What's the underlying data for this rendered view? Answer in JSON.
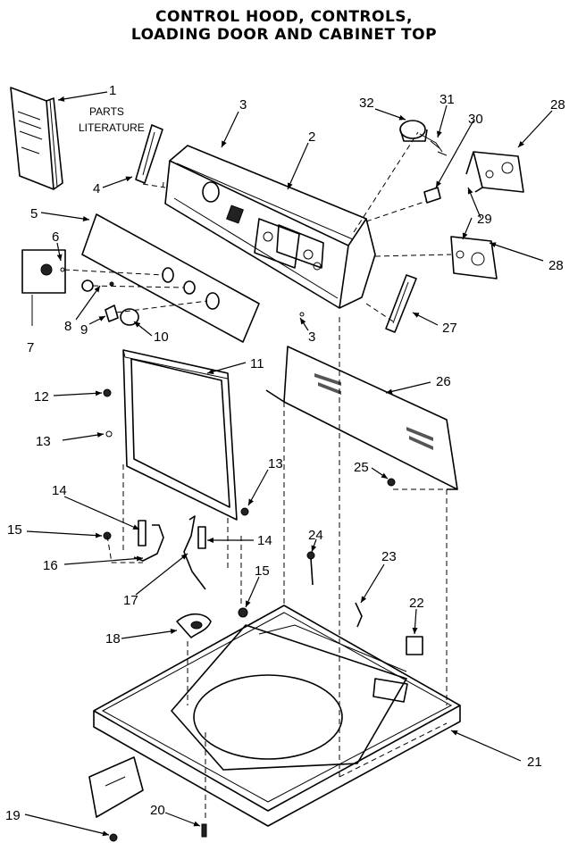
{
  "title": {
    "line1": "CONTROL HOOD, CONTROLS,",
    "line2": "LOADING DOOR AND CABINET TOP"
  },
  "note": {
    "parts_literature_line1": "PARTS",
    "parts_literature_line2": "LITERATURE"
  },
  "callouts": [
    "1",
    "2",
    "3",
    "3",
    "4",
    "5",
    "6",
    "7",
    "8",
    "9",
    "10",
    "11",
    "12",
    "13",
    "13",
    "14",
    "14",
    "15",
    "15",
    "16",
    "17",
    "18",
    "19",
    "20",
    "21",
    "22",
    "23",
    "24",
    "25",
    "26",
    "27",
    "28",
    "28",
    "29",
    "30",
    "31",
    "32"
  ]
}
